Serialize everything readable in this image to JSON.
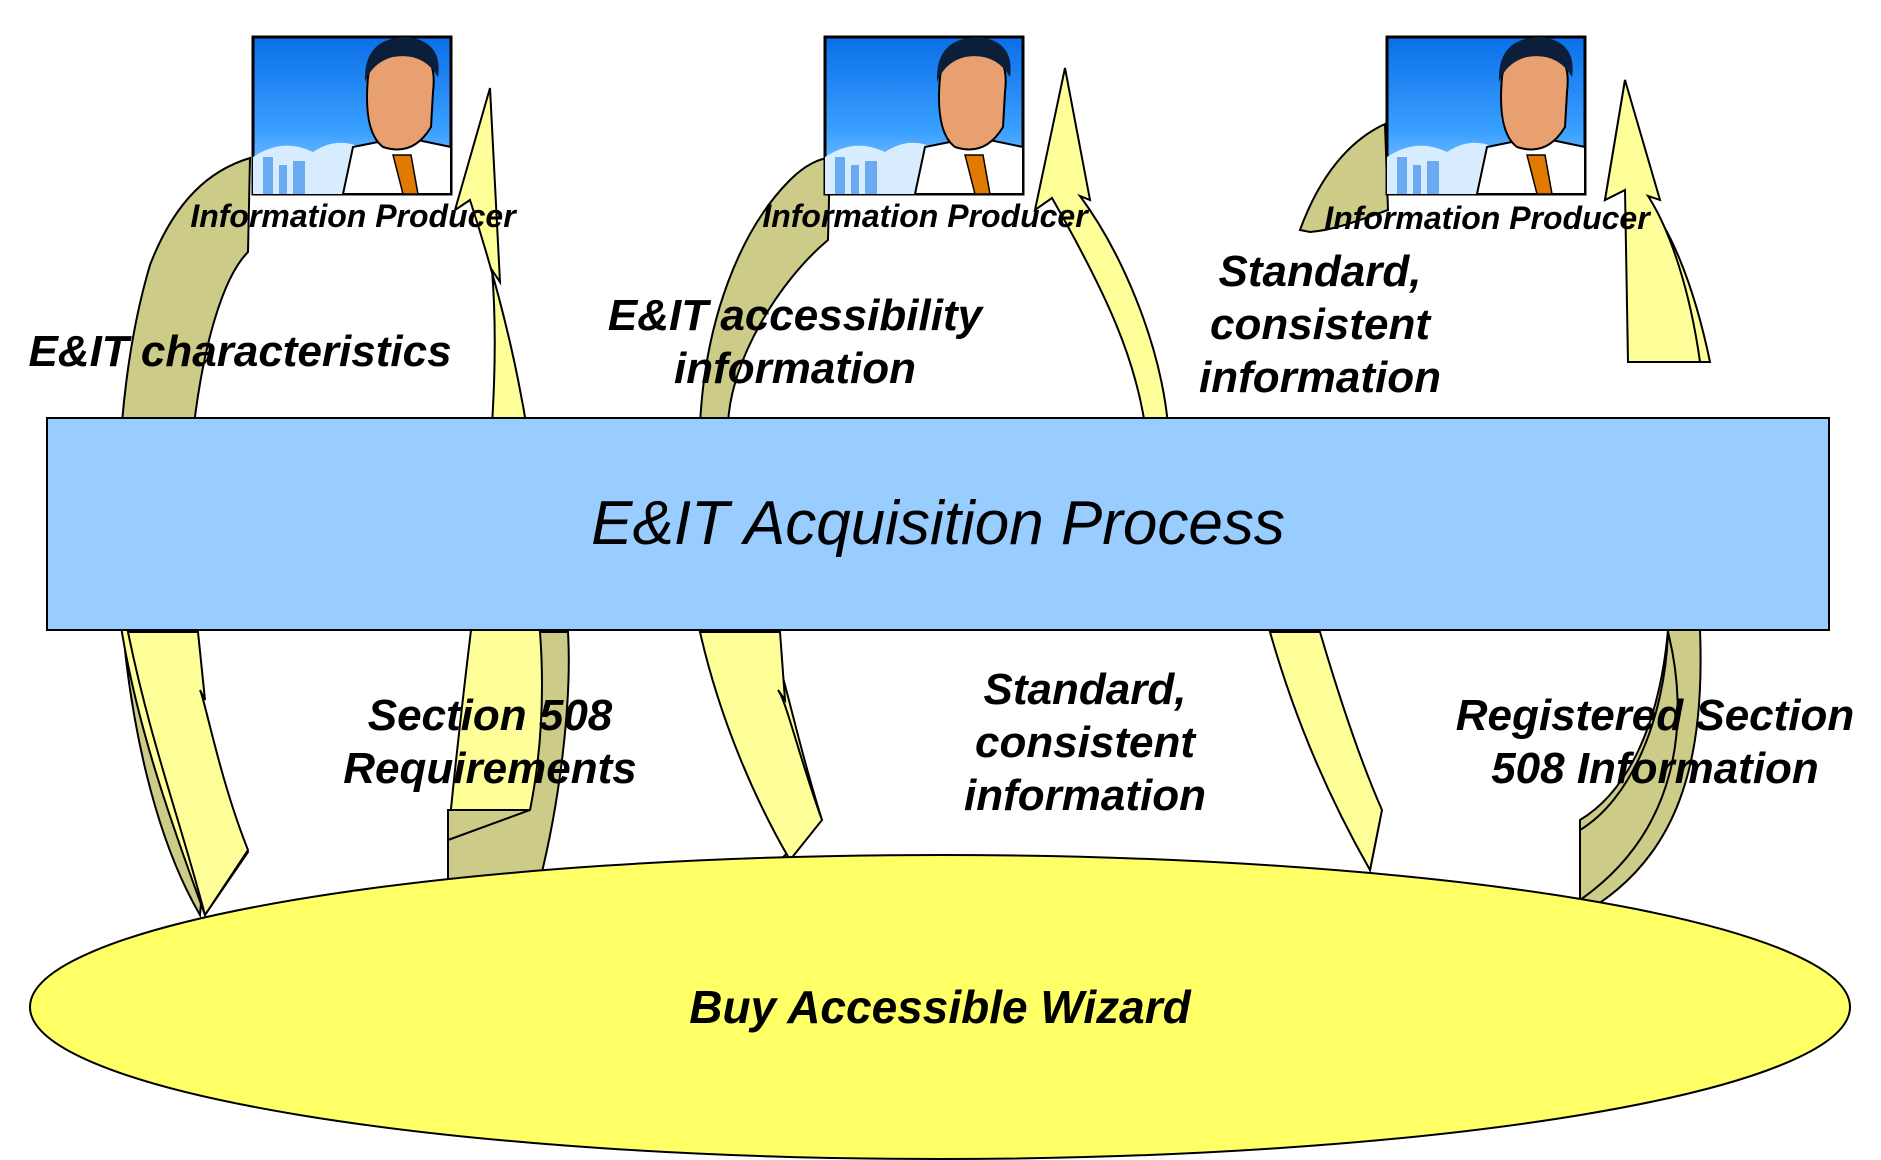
{
  "producers": [
    {
      "label": "Information Producer",
      "icon": "businessman-icon"
    },
    {
      "label": "Information Producer",
      "icon": "businessman-icon"
    },
    {
      "label": "Information Producer",
      "icon": "businessman-icon"
    }
  ],
  "labels": {
    "characteristics": "E&IT characteristics",
    "accessibility": "E&IT accessibility\ninformation",
    "standard_top": "Standard,\nconsistent\ninformation",
    "section508": "Section 508\nRequirements",
    "standard_bottom": "Standard,\nconsistent\ninformation",
    "registered": "Registered Section\n508 Information"
  },
  "process": {
    "label": "E&IT Acquisition Process",
    "fill": "#99ccff"
  },
  "wizard": {
    "label": "Buy Accessible Wizard",
    "fill": "#ffff66"
  },
  "colors": {
    "arrow_light": "#ffff99",
    "arrow_dark": "#cccc88",
    "outline": "#000000",
    "sky": "#1e90ff"
  }
}
